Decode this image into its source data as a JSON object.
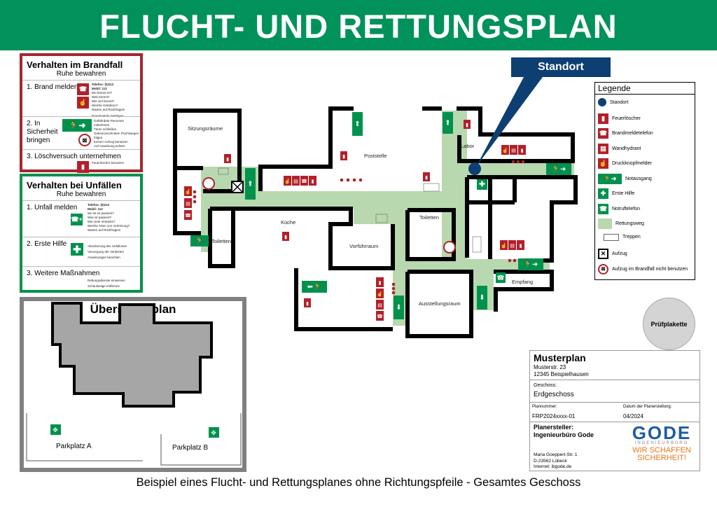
{
  "title": "FLUCHT- UND RETTUNGSPLAN",
  "caption": "Beispiel eines Flucht- und Rettungsplanes ohne Richtungspfeile - Gesamtes Geschoss",
  "colors": {
    "title_green": "#00925a",
    "fire_red": "#b3202a",
    "safety_green": "#00924c",
    "route_green": "#b8d8b0",
    "standort_blue": "#0d3f73"
  },
  "brandfall": {
    "title": "Verhalten im Brandfall",
    "subtitle": "Ruhe bewahren",
    "step1": "1. Brand melden",
    "tel_label": "Telefon:",
    "tel_value": "(0)112",
    "mobil_label": "Mobil:",
    "mobil_value": "112",
    "step1_text": [
      "Wo brennt es?",
      "Was brennt?",
      "Wie viel brennt?",
      "Welche Gefahren?",
      "Warten auf Rückfragen!"
    ],
    "step1_text2": "Brandmelder betätigen",
    "step2": "2. In Sicherheit bringen",
    "step2_text": [
      "Gefährdete Personen mitnehmen",
      "Türen schließen",
      "Gekennzeichneten Fluchtwegen folgen",
      "Keinen Aufzug benutzen",
      "Auf Anweisung achten"
    ],
    "step3": "3. Löschversuch unternehmen",
    "step3_text": "Feuerlöscher benutzen"
  },
  "unfall": {
    "title": "Verhalten bei Unfällen",
    "subtitle": "Ruhe bewahren",
    "step1": "1. Unfall melden",
    "tel_label": "Telefon:",
    "tel_value": "(0)112",
    "mobil_label": "Mobil:",
    "mobil_value": "112",
    "step1_text": [
      "Wo ist es passiert?",
      "Was ist passiert?",
      "Wie viele Verletzte?",
      "Welche Arten von Verletzung?",
      "Warten auf Rückfragen!"
    ],
    "step2": "2. Erste Hilfe",
    "step2_text": [
      "Absicherung des Unfallortes",
      "Versorgung der Verletzten",
      "Anweisungen beachten"
    ],
    "step3": "3. Weitere Maßnahmen",
    "step3_text": [
      "Rettungsdienste einweisen",
      "Schaulustige entfernen"
    ]
  },
  "uebersicht": {
    "title": "Übersichtsplan",
    "parking_a": "Parkplatz A",
    "parking_b": "Parkplatz B"
  },
  "standort": "Standort",
  "rooms": {
    "sitzung": "Sitzungsräume",
    "post": "Poststelle",
    "labor": "Labor",
    "kueche": "Küche",
    "toiletten1": "Toiletten",
    "toiletten2": "Toiletten",
    "vorfuehr": "Vorführraum",
    "ausstellung": "Ausstellungsraum",
    "empfang": "Empfang"
  },
  "legend": {
    "title": "Legende",
    "items": [
      {
        "label": "Standort",
        "icon": "standort-dot"
      },
      {
        "label": "Feuerlöscher",
        "icon": "fire-extinguisher-icon"
      },
      {
        "label": "Brandmeldetelefon",
        "icon": "fire-phone-icon"
      },
      {
        "label": "Wandhydrant",
        "icon": "hydrant-icon"
      },
      {
        "label": "Druckknopfmelder",
        "icon": "alarm-button-icon"
      },
      {
        "label": "Notausgang",
        "icon": "emergency-exit-icon"
      },
      {
        "label": "Erste Hilfe",
        "icon": "first-aid-icon"
      },
      {
        "label": "Notruftelefon",
        "icon": "emergency-phone-icon"
      },
      {
        "label": "Rettungsweg",
        "icon": "escape-route-swatch"
      },
      {
        "label": "Treppen",
        "icon": "stairs-icon"
      },
      {
        "label": "Aufzug",
        "icon": "elevator-icon"
      },
      {
        "label": "Aufzug im Brandfall nicht benutzen",
        "icon": "no-elevator-icon"
      }
    ]
  },
  "pruefplakette": "Prüfplakette",
  "titleblock": {
    "name": "Musterplan",
    "street": "Musterstr. 23",
    "city": "12345 Beispielhausen",
    "geschoss_label": "Geschoss:",
    "geschoss": "Erdgeschoss",
    "plannr_label": "Plannummer:",
    "plannr": "FRP2024xxxx-01",
    "datum_label": "Datum der Planerstellung:",
    "datum": "04/2024",
    "ersteller_label": "Planersteller:",
    "ersteller": "Ingenieurbüro Gode",
    "addr1": "Maria Goeppert-Str. 1",
    "addr2": "D-23562 Lübeck",
    "addr3": "Internet: ibgode.de",
    "logo": "GODE",
    "logo_sub": "INGENIEURBÜRO",
    "slogan1": "WIR SCHAFFEN",
    "slogan2": "SICHERHEIT!"
  }
}
